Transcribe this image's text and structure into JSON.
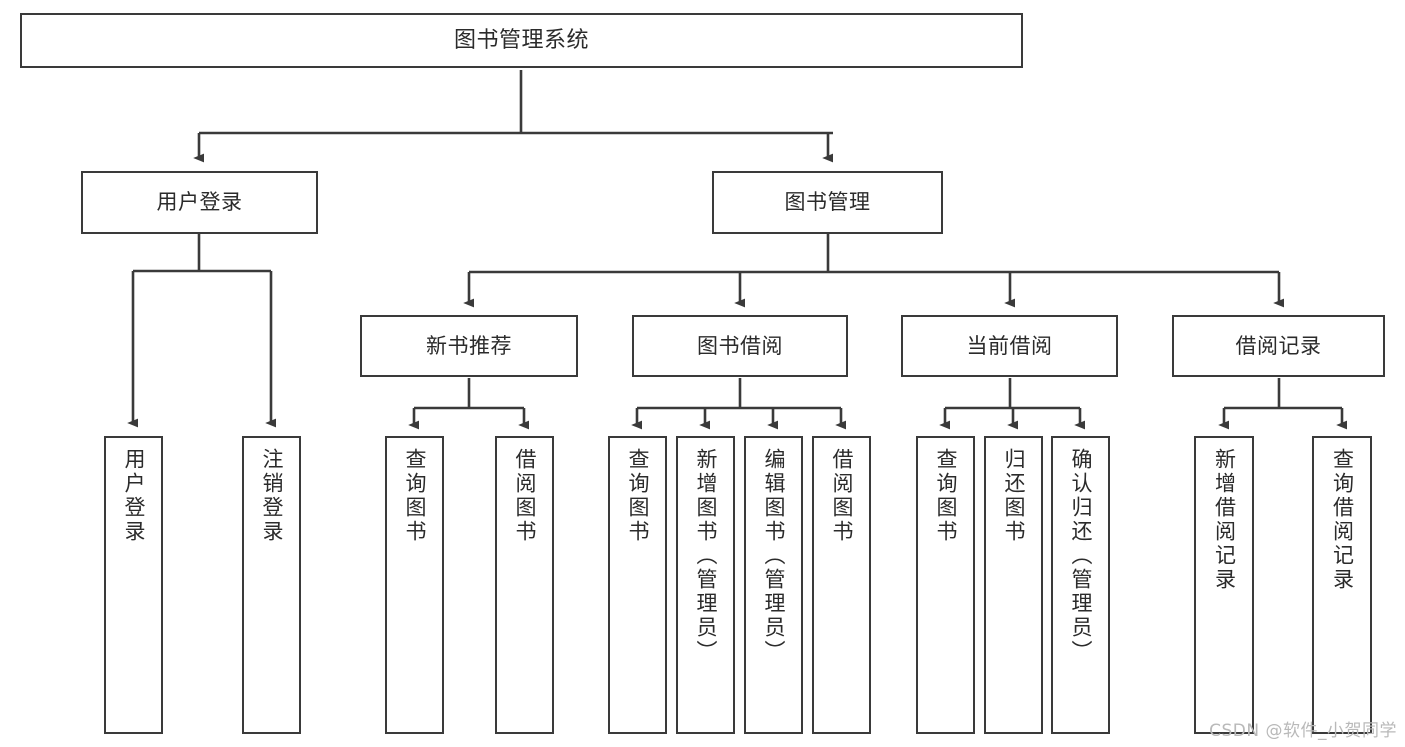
{
  "diagram": {
    "type": "tree-hierarchy",
    "title": "图书管理系统",
    "root": {
      "id": "root",
      "label": "图书管理系统",
      "orientation": "horizontal"
    },
    "level1": [
      {
        "id": "user-login",
        "label": "用户登录",
        "orientation": "horizontal"
      },
      {
        "id": "book-manage",
        "label": "图书管理",
        "orientation": "horizontal"
      }
    ],
    "level2": [
      {
        "id": "new-book-rec",
        "label": "新书推荐",
        "orientation": "horizontal",
        "parent": "book-manage"
      },
      {
        "id": "book-borrow",
        "label": "图书借阅",
        "orientation": "horizontal",
        "parent": "book-manage"
      },
      {
        "id": "current-borrow",
        "label": "当前借阅",
        "orientation": "horizontal",
        "parent": "book-manage"
      },
      {
        "id": "borrow-record",
        "label": "借阅记录",
        "orientation": "horizontal",
        "parent": "book-manage"
      }
    ],
    "leaves": [
      {
        "id": "leaf-user-login",
        "label": "用户登录",
        "parent": "user-login",
        "orientation": "vertical"
      },
      {
        "id": "leaf-user-logout",
        "label": "注销登录",
        "parent": "user-login",
        "orientation": "vertical"
      },
      {
        "id": "leaf-rec-query-book",
        "label": "查询图书",
        "parent": "new-book-rec",
        "orientation": "vertical"
      },
      {
        "id": "leaf-rec-borrow-book",
        "label": "借阅图书",
        "parent": "new-book-rec",
        "orientation": "vertical"
      },
      {
        "id": "leaf-bb-query-book",
        "label": "查询图书",
        "parent": "book-borrow",
        "orientation": "vertical"
      },
      {
        "id": "leaf-bb-add-book",
        "label": "新增图书（管理员）",
        "parent": "book-borrow",
        "orientation": "vertical"
      },
      {
        "id": "leaf-bb-edit-book",
        "label": "编辑图书（管理员）",
        "parent": "book-borrow",
        "orientation": "vertical"
      },
      {
        "id": "leaf-bb-borrow-book",
        "label": "借阅图书",
        "parent": "book-borrow",
        "orientation": "vertical"
      },
      {
        "id": "leaf-cb-query-book",
        "label": "查询图书",
        "parent": "current-borrow",
        "orientation": "vertical"
      },
      {
        "id": "leaf-cb-return-book",
        "label": "归还图书",
        "parent": "current-borrow",
        "orientation": "vertical"
      },
      {
        "id": "leaf-cb-confirm-return",
        "label": "确认归还（管理员）",
        "parent": "current-borrow",
        "orientation": "vertical"
      },
      {
        "id": "leaf-br-add-record",
        "label": "新增借阅记录",
        "parent": "borrow-record",
        "orientation": "vertical"
      },
      {
        "id": "leaf-br-query-record",
        "label": "查询借阅记录",
        "parent": "borrow-record",
        "orientation": "vertical"
      }
    ],
    "colors": {
      "box_border": "#3a3a3a",
      "box_fill": "#ffffff",
      "connector": "#3a3a3a",
      "text": "#2b2b2b",
      "watermark": "#b9b9b9"
    }
  },
  "watermark": {
    "text": "CSDN @软件_小贺同学"
  }
}
